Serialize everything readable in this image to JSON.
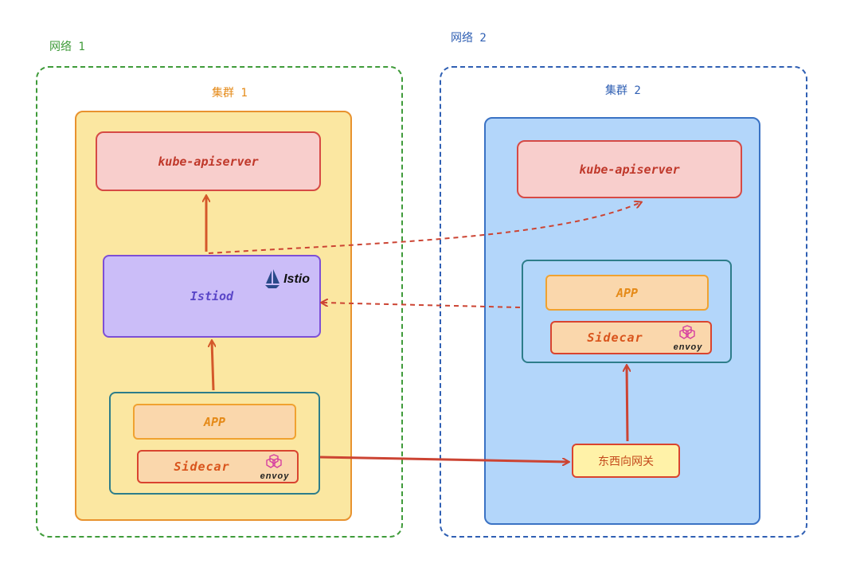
{
  "network1": {
    "label": "网络 1"
  },
  "network2": {
    "label": "网络 2"
  },
  "cluster1": {
    "label": "集群 1",
    "kube_apiserver": "kube-apiserver",
    "istiod": "Istiod",
    "istio_logo_text": "Istio",
    "app": "APP",
    "sidecar": "Sidecar",
    "envoy_logo_text": "envoy"
  },
  "cluster2": {
    "label": "集群 2",
    "kube_apiserver": "kube-apiserver",
    "app": "APP",
    "sidecar": "Sidecar",
    "envoy_logo_text": "envoy",
    "gateway": "东西向网关"
  },
  "colors": {
    "network1_border": "#3f9b3a",
    "network2_border": "#2f5fb3",
    "cluster1_fill": "#fbe7a1",
    "cluster1_border": "#e8922e",
    "cluster2_fill": "#b3d6fa",
    "cluster2_border": "#3a72c4",
    "arrow_red": "#cc4433",
    "arrow_orange": "#d4582a"
  }
}
